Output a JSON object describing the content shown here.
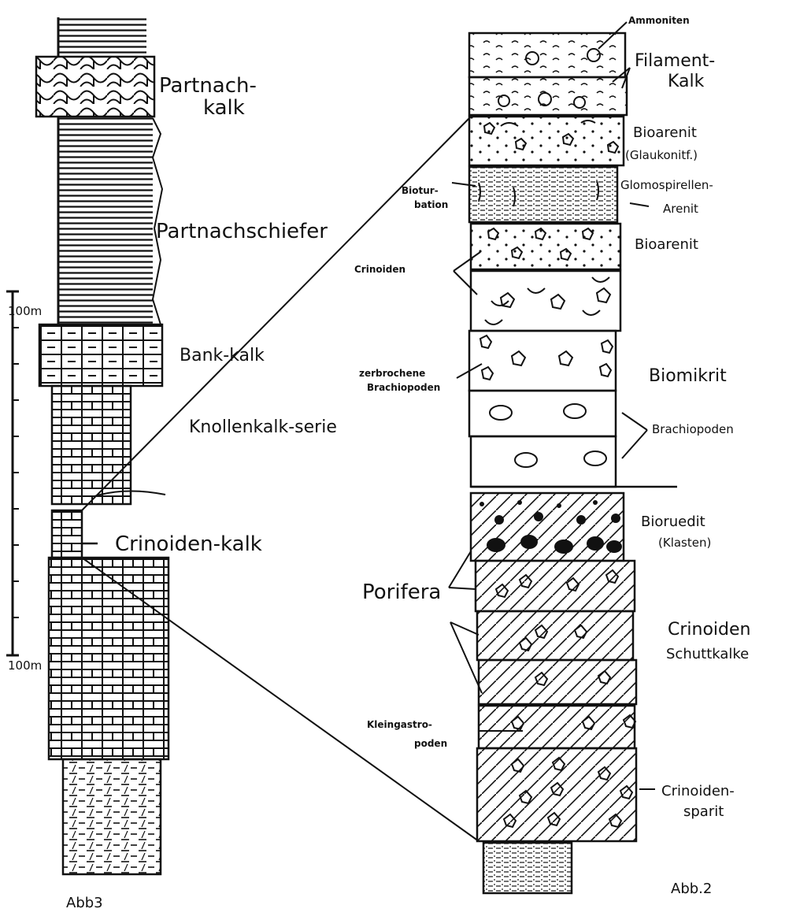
{
  "left_column": {
    "labels": {
      "partnachkalk_1": "Partnach-",
      "partnachkalk_2": "kalk",
      "partnachschiefer": "Partnachschiefer",
      "bankkalk": "Bank-kalk",
      "knollenkalk": "Knollenkalk-serie",
      "crinoidenkalk": "Crinoiden-kalk"
    },
    "scale_label": "100m",
    "scale_label_bottom": "100m",
    "figure_label": "Abb3"
  },
  "right_column": {
    "labels": {
      "ammoniten": "Ammoniten",
      "filamentkalk_1": "Filament-",
      "filamentkalk_2": "Kalk",
      "bioarenit_1": "Bioarenit",
      "glaukonitf": "(Glaukonitf.)",
      "bioturbation_1": "Biotur-",
      "bioturbation_2": "bation",
      "glomospirellen_1": "Glomospirellen-",
      "glomospirellen_2": "Arenit",
      "bioarenit_2": "Bioarenit",
      "crinoiden": "Crinoiden",
      "zerbrochene_1": "zerbrochene",
      "zerbrochene_2": "Brachiopoden",
      "biomikrit": "Biomikrit",
      "brachiopoden": "Brachiopoden",
      "bioruedit": "Bioruedit",
      "klasten": "(Klasten)",
      "porifera": "Porifera",
      "crinoiden_schuttkalke_1": "Crinoiden",
      "crinoiden_schuttkalke_2": "Schuttkalke",
      "kleingastropoden_1": "Kleingastro-",
      "kleingastropoden_2": "poden",
      "crinoidensparit_1": "Crinoiden-",
      "crinoidensparit_2": "sparit"
    },
    "figure_label": "Abb.2"
  }
}
